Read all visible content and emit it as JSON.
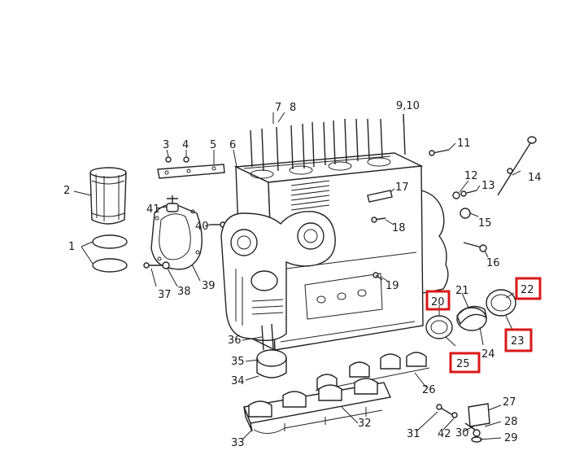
{
  "diagram": {
    "labels": [
      {
        "id": "1",
        "text": "1"
      },
      {
        "id": "2",
        "text": "2"
      },
      {
        "id": "3",
        "text": "3"
      },
      {
        "id": "4",
        "text": "4"
      },
      {
        "id": "5",
        "text": "5"
      },
      {
        "id": "6",
        "text": "6"
      },
      {
        "id": "7",
        "text": "7"
      },
      {
        "id": "8",
        "text": "8"
      },
      {
        "id": "9_10",
        "text": "9,10"
      },
      {
        "id": "11",
        "text": "11"
      },
      {
        "id": "12",
        "text": "12"
      },
      {
        "id": "13",
        "text": "13"
      },
      {
        "id": "14",
        "text": "14"
      },
      {
        "id": "15",
        "text": "15"
      },
      {
        "id": "16",
        "text": "16"
      },
      {
        "id": "17",
        "text": "17"
      },
      {
        "id": "18",
        "text": "18"
      },
      {
        "id": "19",
        "text": "19"
      },
      {
        "id": "20",
        "text": "20"
      },
      {
        "id": "21",
        "text": "21"
      },
      {
        "id": "22",
        "text": "22"
      },
      {
        "id": "23",
        "text": "23"
      },
      {
        "id": "24",
        "text": "24"
      },
      {
        "id": "25",
        "text": "25"
      },
      {
        "id": "26",
        "text": "26"
      },
      {
        "id": "27",
        "text": "27"
      },
      {
        "id": "28",
        "text": "28"
      },
      {
        "id": "29",
        "text": "29"
      },
      {
        "id": "30",
        "text": "30"
      },
      {
        "id": "31",
        "text": "31"
      },
      {
        "id": "32",
        "text": "32"
      },
      {
        "id": "33",
        "text": "33"
      },
      {
        "id": "34",
        "text": "34"
      },
      {
        "id": "35",
        "text": "35"
      },
      {
        "id": "36",
        "text": "36"
      },
      {
        "id": "37",
        "text": "37"
      },
      {
        "id": "38",
        "text": "38"
      },
      {
        "id": "39",
        "text": "39"
      },
      {
        "id": "40",
        "text": "40"
      },
      {
        "id": "41",
        "text": "41"
      },
      {
        "id": "42",
        "text": "42"
      }
    ],
    "highlighted": [
      "20",
      "22",
      "23",
      "25"
    ],
    "colors": {
      "line": "#222222",
      "highlight": "#d81818",
      "background": "#ffffff"
    }
  }
}
